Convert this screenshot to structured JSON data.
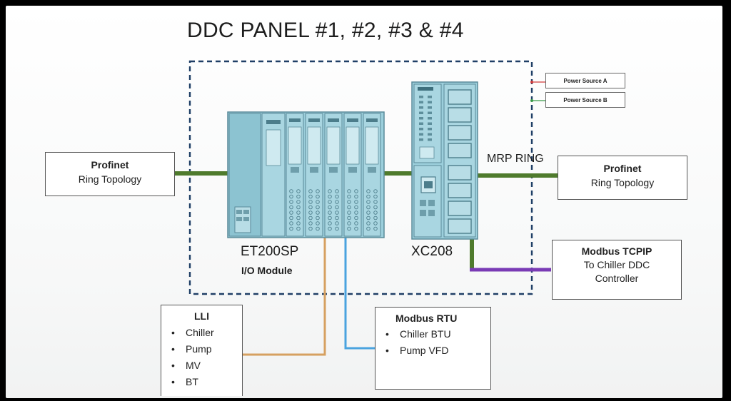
{
  "title": "DDC PANEL #1, #2, #3 & #4",
  "left_network": {
    "heading": "Profinet",
    "subheading": "Ring Topology"
  },
  "right_network": {
    "heading": "Profinet",
    "subheading": "Ring Topology"
  },
  "ring_label": "MRP RING",
  "power": {
    "a": "Power Source A",
    "b": "Power Source B"
  },
  "io_module": {
    "name": "ET200SP",
    "caption": "I/O Module"
  },
  "controller": {
    "name": "XC208"
  },
  "modbus_tcpip": {
    "heading": "Modbus TCPIP",
    "lines": [
      "To Chiller DDC",
      "Controller"
    ]
  },
  "lli": {
    "heading": "LLI",
    "items": [
      "Chiller",
      "Pump",
      "MV",
      "BT"
    ]
  },
  "modbus_rtu": {
    "heading": "Modbus RTU",
    "items": [
      "Chiller BTU",
      "Pump VFD"
    ]
  },
  "colors": {
    "profinet_line": "#4f7b2d",
    "modbus_tcpip_line": "#7a3bb5",
    "lli_line": "#d6a060",
    "rtu_line": "#4aa3df",
    "panel_outline": "#1f3f66",
    "device_fill": "#9ccfdc",
    "power_a_lead": "#d23b3b",
    "power_b_lead": "#3a9a4a"
  }
}
